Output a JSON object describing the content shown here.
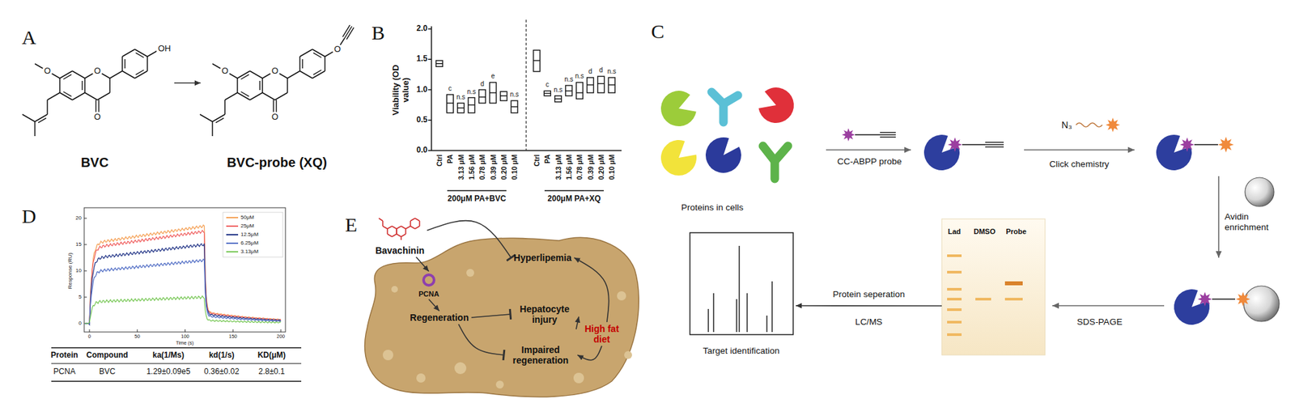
{
  "diagram": {
    "nodes": [
      {
        "text": [
          "BVC"
        ]
      },
      {
        "text": [
          "BVC-probe (XQ)"
        ]
      },
      {
        "text": [
          "Proteins in cells"
        ]
      },
      {
        "text": [
          "Lad",
          "DMSO",
          "Probe"
        ]
      },
      {
        "text": [
          "Target identification"
        ]
      },
      {
        "text": [
          "Bavachinin"
        ]
      },
      {
        "text": [
          "PCNA"
        ]
      },
      {
        "text": [
          "Regeneration"
        ]
      },
      {
        "text": [
          "Hyperlipemia"
        ]
      },
      {
        "text": [
          "Hepatocyte injury"
        ]
      },
      {
        "text": [
          "Impaired regeneration"
        ]
      },
      {
        "text": [
          "High fat diet"
        ]
      }
    ],
    "edges": [
      {
        "from": 0,
        "to": 1,
        "arrow": "to"
      },
      {
        "from": 3,
        "to": 4,
        "arrow": "to",
        "label": "Protein seperation"
      },
      {
        "from": 5,
        "to": 6,
        "arrow": "to"
      },
      {
        "from": 5,
        "to": 8,
        "arrow": "to"
      },
      {
        "from": 6,
        "to": 7,
        "arrow": "to"
      },
      {
        "from": 7,
        "to": 9,
        "arrow": "to"
      },
      {
        "from": 7,
        "to": 10,
        "arrow": "to"
      },
      {
        "from": 11,
        "to": 8,
        "arrow": "to"
      },
      {
        "from": 11,
        "to": 9,
        "arrow": "to"
      },
      {
        "from": 11,
        "to": 10,
        "arrow": "to"
      }
    ],
    "labels": [
      "A",
      "O",
      "O",
      "O",
      "OH",
      "O",
      "O",
      "O",
      "O",
      "B",
      "2.0",
      "1.5",
      "1.0",
      "0.5",
      "0.0",
      "Viability (OD value)",
      "Ctrl",
      "PA",
      "3.13 μM",
      "1.56 μM",
      "0.78 μM",
      "0.39 μM",
      "0.20 μM",
      "0.10 μM",
      "Ctrl",
      "PA",
      "3.13 μM",
      "1.56 μM",
      "0.78 μM",
      "0.39 μM",
      "0.20 μM",
      "0.10 μM",
      "c",
      "n.s",
      "n.s",
      "d",
      "e",
      "n.s",
      "c",
      "n.s",
      "n.s",
      "n.s",
      "d",
      "d",
      "n.s",
      "200μM PA+BVC",
      "200μM PA+XQ",
      "C",
      "CC-ABPP probe",
      "N₃",
      "Click chemistry",
      "Avidin enrichment",
      "SDS-PAGE",
      "LC/MS",
      "D",
      "20",
      "15",
      "10",
      "5",
      "0",
      "Response (RU)",
      "0",
      "50",
      "100",
      "150",
      "200",
      "Time (s)",
      "Protein",
      "Compound",
      "ka(1/Ms)",
      "kd(1/s)",
      "KD(μM)",
      "PCNA",
      "BVC",
      "1.29±0.09e5",
      "0.36±0.02",
      "2.8±0.1",
      "E"
    ],
    "legend": [
      {
        "text": "50μM"
      },
      {
        "text": "25μM"
      },
      {
        "text": "12.5μM"
      },
      {
        "text": "6.25μM"
      },
      {
        "text": "3.13μM"
      }
    ]
  }
}
